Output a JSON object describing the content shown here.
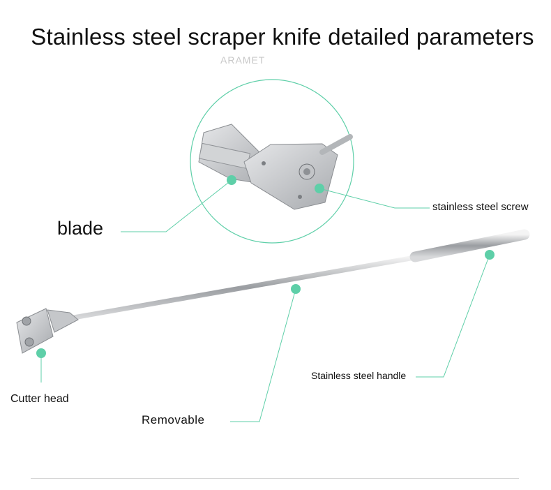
{
  "title": "Stainless steel scraper knife detailed parameters",
  "watermark": "ARAMET",
  "callouts": {
    "blade": "blade",
    "screw": "stainless steel screw",
    "handle": "Stainless steel handle",
    "cutter_head": "Cutter head",
    "removable": "Removable"
  },
  "colors": {
    "accent": "#5ecfa8",
    "steel": "#b9bcc0"
  }
}
